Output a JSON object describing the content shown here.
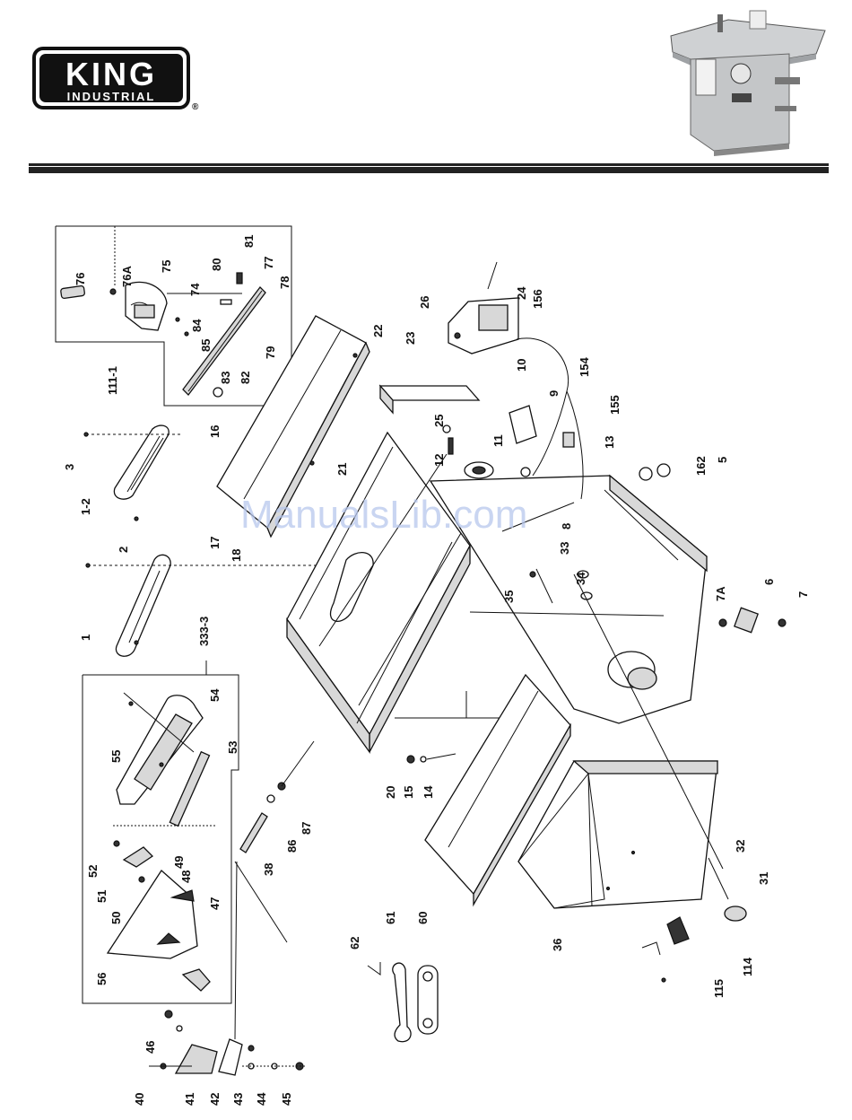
{
  "header": {
    "logo_word": "KING",
    "logo_sub": "INDUSTRIAL",
    "registered_mark": "®",
    "product_photo_icon": "table-saw-photo"
  },
  "watermark": "ManualsLib.com",
  "callouts": [
    "76",
    "76A",
    "75",
    "74",
    "80",
    "81",
    "77",
    "78",
    "84",
    "85",
    "79",
    "83",
    "82",
    "111-1",
    "3",
    "1-2",
    "2",
    "1",
    "333-3",
    "55",
    "54",
    "53",
    "52",
    "51",
    "50",
    "49",
    "48",
    "47",
    "56",
    "46",
    "40",
    "41",
    "42",
    "43",
    "44",
    "45",
    "38",
    "86",
    "87",
    "16",
    "17",
    "18",
    "22",
    "21",
    "23",
    "25",
    "26",
    "24",
    "156",
    "10",
    "9",
    "154",
    "155",
    "13",
    "12",
    "11",
    "8",
    "33",
    "34",
    "35",
    "162",
    "5",
    "7A",
    "6",
    "7",
    "20",
    "15",
    "14",
    "36",
    "32",
    "31",
    "114",
    "115",
    "62",
    "61",
    "60"
  ],
  "colors": {
    "ink": "#111111",
    "rule": "#222222",
    "watermark": "#b7c7ec"
  }
}
